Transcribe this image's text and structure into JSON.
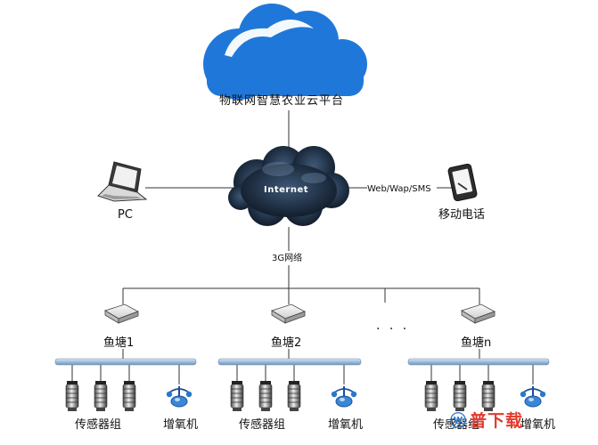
{
  "platform_label": "物联网智慧农业云平台",
  "internet_label": "Internet",
  "pc_label": "PC",
  "mobile_label": "移动电话",
  "web_link_label": "Web/Wap/SMS",
  "network_label": "3G网络",
  "ellipsis": ". . .",
  "ponds": [
    {
      "name": "鱼塘1",
      "sensor_label": "传感器组",
      "aerator_label": "增氧机"
    },
    {
      "name": "鱼塘2",
      "sensor_label": "传感器组",
      "aerator_label": "增氧机"
    },
    {
      "name": "鱼塘n",
      "sensor_label": "传感器组",
      "aerator_label": "增氧机"
    }
  ],
  "watermark": {
    "icon": "ⓦ",
    "text": "普下载"
  },
  "colors": {
    "cloud_blue": "#1f78d9",
    "storm_dark": "#1c2a3a",
    "bus_blue": "#9fbedb",
    "accent_red": "#e33b2e"
  }
}
